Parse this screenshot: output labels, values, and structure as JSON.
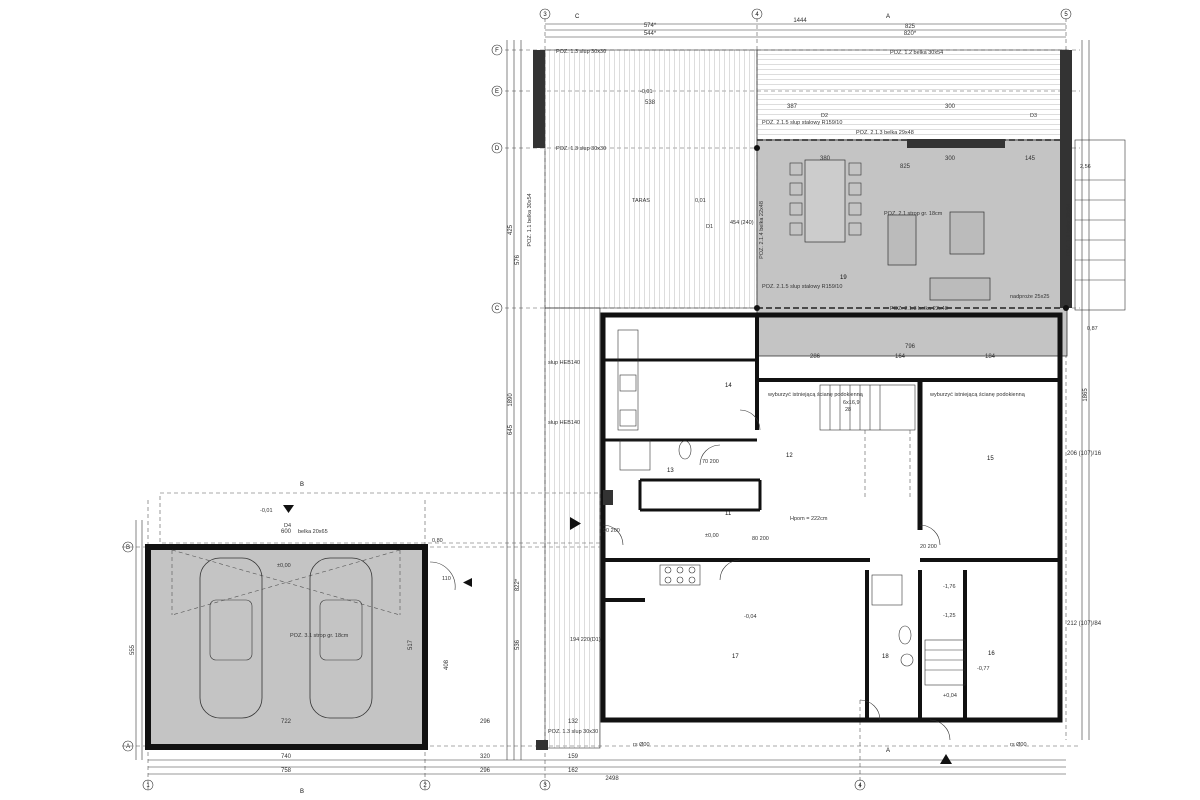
{
  "axes": {
    "top": [
      "3",
      "4",
      "5"
    ],
    "bottom": [
      "1",
      "2",
      "3",
      "4"
    ],
    "left": [
      "F",
      "E",
      "D",
      "C",
      "B",
      "A"
    ],
    "section_marks": [
      "C",
      "A",
      "B",
      "A",
      "B"
    ]
  },
  "dimensions": {
    "top_total": "1444",
    "top_left": "574*",
    "top_right": "825",
    "top_sub_left": "544*",
    "top_sub_right": "820*",
    "terrace_inner": "538",
    "roof_387": "387",
    "roof_300": "300",
    "dining_380": "380",
    "dining_825": "825",
    "dining_300": "300",
    "dining_145": "145",
    "bottom_740": "740",
    "bottom_758": "758",
    "bottom_320": "320",
    "bottom_296": "296",
    "bottom_159": "159",
    "bottom_162": "162",
    "bottom_total": "2498",
    "row_796": "796",
    "row_286": "286",
    "row_164": "164",
    "row_184": "184",
    "left_1890": "1890",
    "left_645": "645",
    "left_425": "425",
    "left_576": "576",
    "left_555": "555",
    "left_536": "536",
    "left_822": "822*",
    "right_1865": "1865",
    "garage_722": "722",
    "garage_296": "296",
    "garage_600": "600",
    "garage_517": "517",
    "garage_408": "408",
    "garage_132": "132",
    "window_206": "206 (107)/16",
    "window_212": "212 (107)/84"
  },
  "rooms": {
    "r11": "11",
    "r12": "12",
    "r13": "13",
    "r14": "14",
    "r15": "15",
    "r16": "16",
    "r17": "17",
    "r18": "18",
    "r19": "19"
  },
  "labels": {
    "terrace": "TARAS",
    "hpom": "Hpom = 222cm",
    "remove_wall_1": "wyburzyć istniejącą ścianę podokienną",
    "remove_wall_2": "wyburzyć istniejącą ścianę podokienną",
    "stairs": "6x16,9",
    "stairs_28": "28",
    "beam_top": "POZ. 1.2 belka 30x54",
    "col_top": "POZ. 1.3 slup 30x30",
    "col_mid": "POZ. 1.3 slup 30x30",
    "col_bottom": "POZ. 1.3 slup 30x30",
    "beam_left": "POZ. 1.1 belka 30x54",
    "beam_right": "POZ. 1.1 belka 30x54",
    "poz_215_top": "POZ. 2.1.5 slup stalowy R159/10",
    "poz_215_bottom": "POZ. 2.1.5 slup stalowy R159/10",
    "poz_213_top": "POZ. 2.1.3 belka 29x48",
    "poz_213_bottom": "POZ. 2.1.3 belka 22x48",
    "poz_21": "POZ. 2.1 strop gr. 18cm",
    "poz_214": "POZ. 2.1.4 belka 22x48",
    "nadproze": "nadproże 25x25",
    "heb_1": "słup HEB140",
    "heb_2": "słup HEB140",
    "poz_31": "POZ. 3.1 strop gr. 18cm",
    "belka_garage": "belka 20x65",
    "d1_code": "D1",
    "d1_size": "454 (240)",
    "d2": "D2",
    "d3": "D3",
    "d4": "D4",
    "level_001": "-0,01",
    "level_000": "±0,00",
    "level_004": "-0,04",
    "level_077": "-0,77",
    "level_176": "-1,76",
    "level_125": "-1,25",
    "level_004b": "+0,04",
    "level_garage": "±0,00",
    "level_top": "-0,01",
    "level_terrace": "0,01",
    "door_90_200": "90 200",
    "door_80_200": "80 200",
    "door_70_200": "70 200",
    "door_20_200": "20 200",
    "rs_000_a": "rs Ø00",
    "rs_000_b": "rs Ø00",
    "size_194": "194 220(D1)",
    "size_110": "110",
    "size_2_56": "2,56",
    "size_0_87": "0,87",
    "size_0_80": "0,80"
  }
}
